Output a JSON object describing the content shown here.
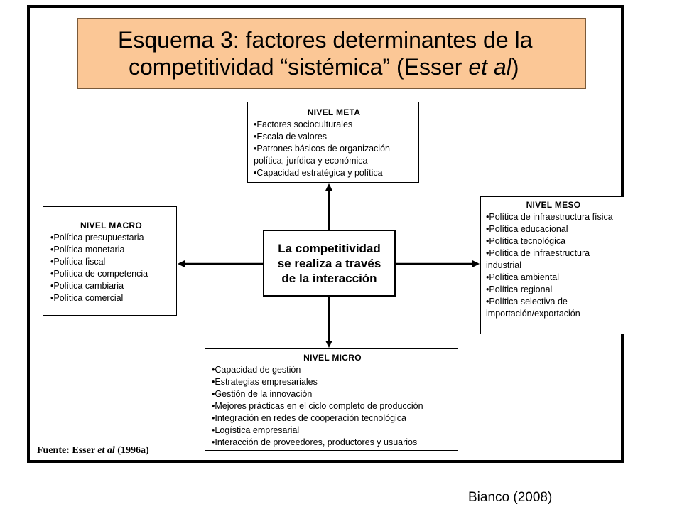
{
  "title": {
    "line1": "Esquema 3: factores determinantes de la",
    "line2_pre": "competitividad “sistémica” (Esser ",
    "line2_em": "et al",
    "line2_post": ")"
  },
  "center_text": "La competitividad se realiza a través de la interacción",
  "meta": {
    "heading": "NIVEL META",
    "items": [
      "•Factores socioculturales",
      "•Escala de valores",
      "•Patrones básicos de organización",
      "política, jurídica y económica",
      "•Capacidad estratégica y política"
    ]
  },
  "macro": {
    "heading": "NIVEL MACRO",
    "items": [
      "•Política presupuestaria",
      "•Política monetaria",
      "•Política fiscal",
      "•Política de competencia",
      "•Política cambiaria",
      "•Política comercial"
    ]
  },
  "meso": {
    "heading": "NIVEL MESO",
    "items": [
      "•Política de infraestructura física",
      "•Política educacional",
      "•Política tecnológica",
      "•Política de infraestructura industrial",
      "•Política ambiental",
      "•Política regional",
      "•Política selectiva de importación/exportación"
    ]
  },
  "micro": {
    "heading": "NIVEL MICRO",
    "items": [
      "•Capacidad de gestión",
      "•Estrategias empresariales",
      "•Gestión de la innovación",
      "•Mejores prácticas en el ciclo completo de producción",
      "•Integración en redes de cooperación tecnológica",
      "•Logística empresarial",
      "•Interacción de proveedores, productores y usuarios"
    ]
  },
  "source": {
    "label": "Fuente: Esser ",
    "em": "et al",
    "year": " (1996a)"
  },
  "citation": "Bianco (2008)",
  "colors": {
    "title_fill": "#fbc796",
    "border": "#000000"
  }
}
